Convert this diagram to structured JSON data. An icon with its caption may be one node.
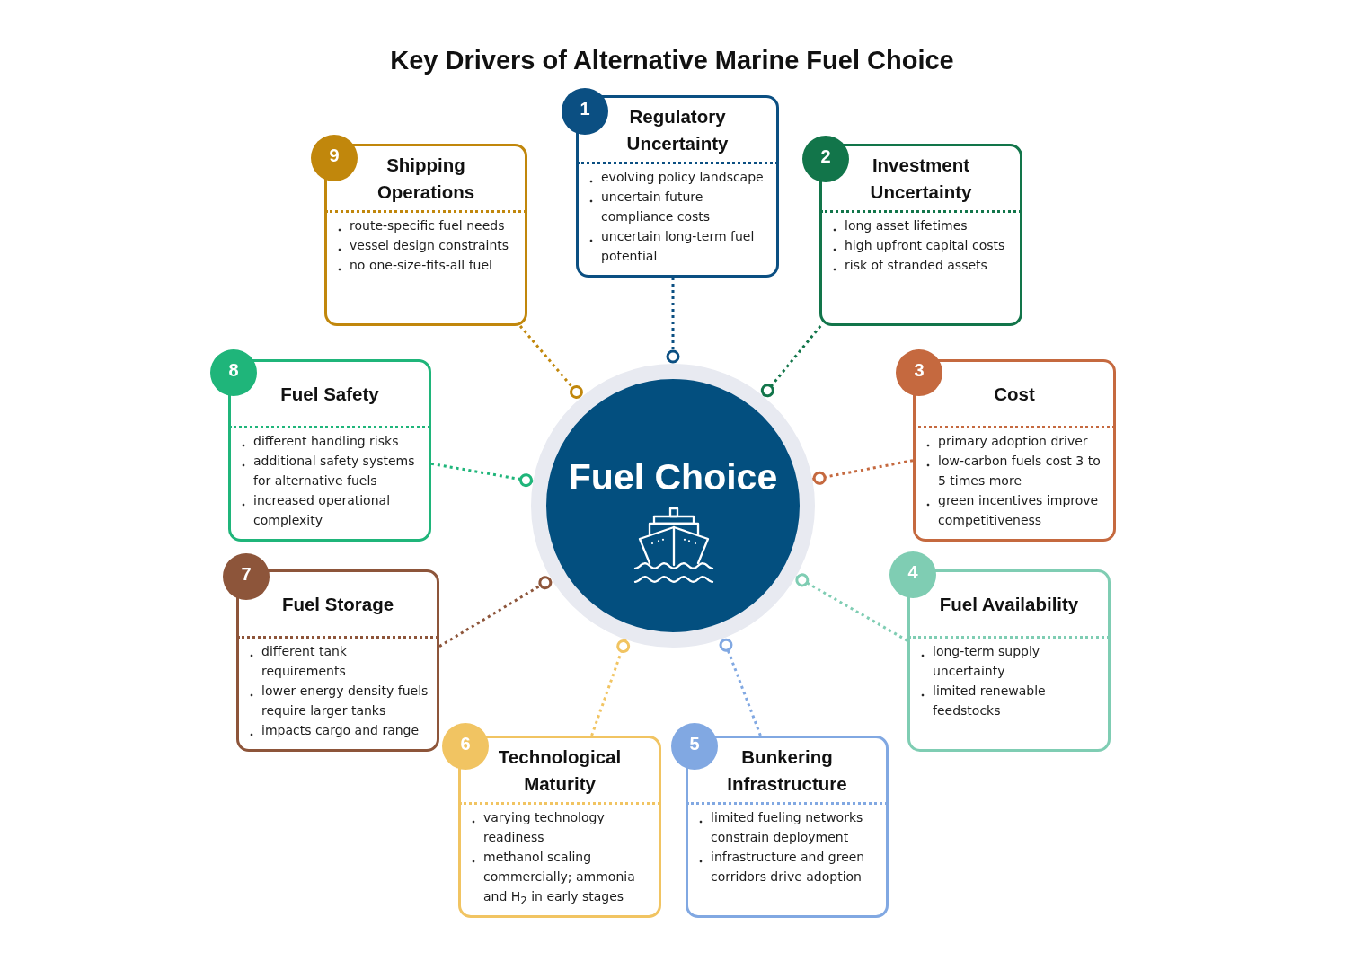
{
  "diagram": {
    "title": "Key Drivers of Alternative Marine Fuel Choice",
    "nodes": [
      {
        "text": [
          "Fuel Choice"
        ]
      },
      {
        "text": [
          "1"
        ]
      },
      {
        "text": [
          "Regulatory Uncertainty",
          "evolving policy landscape",
          "uncertain future compliance costs",
          "uncertain long-term fuel potential"
        ]
      },
      {
        "text": [
          "2"
        ]
      },
      {
        "text": [
          "Investment Uncertainty",
          "long asset lifetimes",
          "high upfront capital costs",
          "risk of stranded assets"
        ]
      },
      {
        "text": [
          "3"
        ]
      },
      {
        "text": [
          "Cost",
          "primary adoption driver",
          "low-carbon fuels cost 3 to 5 times more",
          "green incentives improve competitiveness"
        ]
      },
      {
        "text": [
          "4"
        ]
      },
      {
        "text": [
          "Fuel Availability",
          "long-term supply uncertainty",
          "limited renewable feedstocks"
        ]
      },
      {
        "text": [
          "5"
        ]
      },
      {
        "text": [
          "Bunkering Infrastructure",
          "limited fueling networks constrain deployment",
          "infrastructure and green corridors drive adoption"
        ]
      },
      {
        "text": [
          "6"
        ]
      },
      {
        "text": [
          "Technological Maturity",
          "varying technology readiness",
          "methanol scaling commercially; ammonia and H$_{2}$ in early stages"
        ]
      },
      {
        "text": [
          "7"
        ]
      },
      {
        "text": [
          "Fuel Storage",
          "different tank requirements",
          "lower energy density fuels require larger tanks",
          "impacts cargo and range"
        ]
      },
      {
        "text": [
          "8"
        ]
      },
      {
        "text": [
          "Fuel Safety",
          "different handling risks",
          "additional safety systems for alternative fuels",
          "increased operational complexity"
        ]
      },
      {
        "text": [
          "9"
        ]
      },
      {
        "text": [
          "Shipping Operations",
          "route-specific fuel needs",
          "vessel design constraints",
          "no one-size-fits-all fuel"
        ]
      }
    ],
    "edges": [
      {
        "from": 2,
        "to": 0,
        "arrow": "other",
        "style": "dashed",
        "color": "#0b4f82"
      },
      {
        "from": 4,
        "to": 0,
        "arrow": "other",
        "style": "dashed",
        "color": "#12754a"
      },
      {
        "from": 6,
        "to": 0,
        "arrow": "other",
        "style": "dashed",
        "color": "#c5693f"
      },
      {
        "from": 8,
        "to": 0,
        "arrow": "other",
        "style": "dashed",
        "color": "#7fcdb3"
      },
      {
        "from": 10,
        "to": 0,
        "arrow": "other",
        "style": "dashed",
        "color": "#81a8e2"
      },
      {
        "from": 12,
        "to": 0,
        "arrow": "other",
        "style": "dashed",
        "color": "#f1c462"
      },
      {
        "from": 14,
        "to": 0,
        "arrow": "other",
        "style": "dashed",
        "color": "#8d553a"
      },
      {
        "from": 16,
        "to": 0,
        "arrow": "other",
        "style": "dashed",
        "color": "#1fb57a"
      },
      {
        "from": 18,
        "to": 0,
        "arrow": "other",
        "style": "dashed",
        "color": "#c1870c"
      }
    ]
  }
}
